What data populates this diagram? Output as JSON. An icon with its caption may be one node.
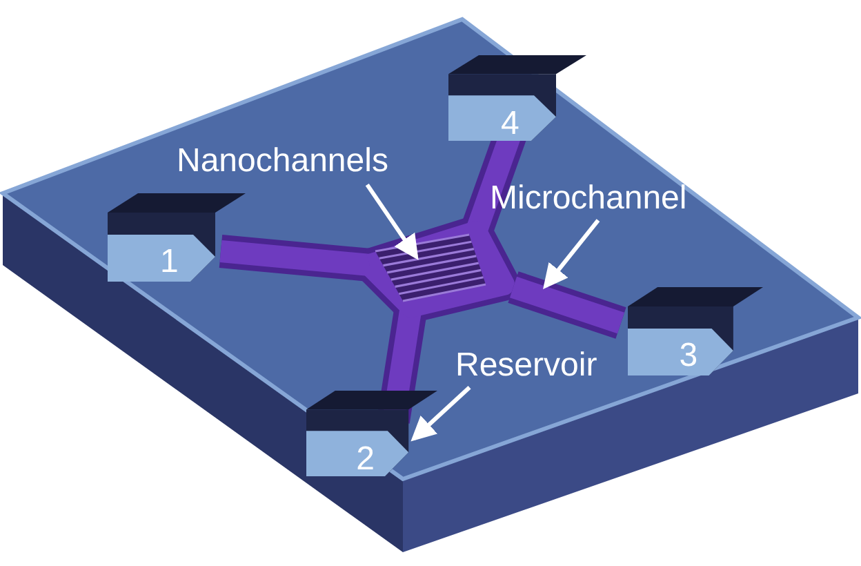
{
  "diagram": {
    "nodes": [
      {
        "text": [
          "Nanochannels"
        ]
      },
      {
        "text": [
          "Microchannel"
        ]
      },
      {
        "text": [
          "Reservoir"
        ]
      },
      {
        "text": [
          "1"
        ]
      },
      {
        "text": [
          "2"
        ]
      },
      {
        "text": [
          "3"
        ]
      },
      {
        "text": [
          "4"
        ]
      },
      {
        "text": [],
        "shape": "box"
      },
      {
        "text": [],
        "shape": "bar"
      }
    ],
    "edges": [
      {
        "from": 0,
        "to": 7,
        "arrow": "to"
      },
      {
        "from": 1,
        "to": 8,
        "arrow": "to"
      },
      {
        "from": 2,
        "to": 4,
        "arrow": "to"
      }
    ]
  }
}
